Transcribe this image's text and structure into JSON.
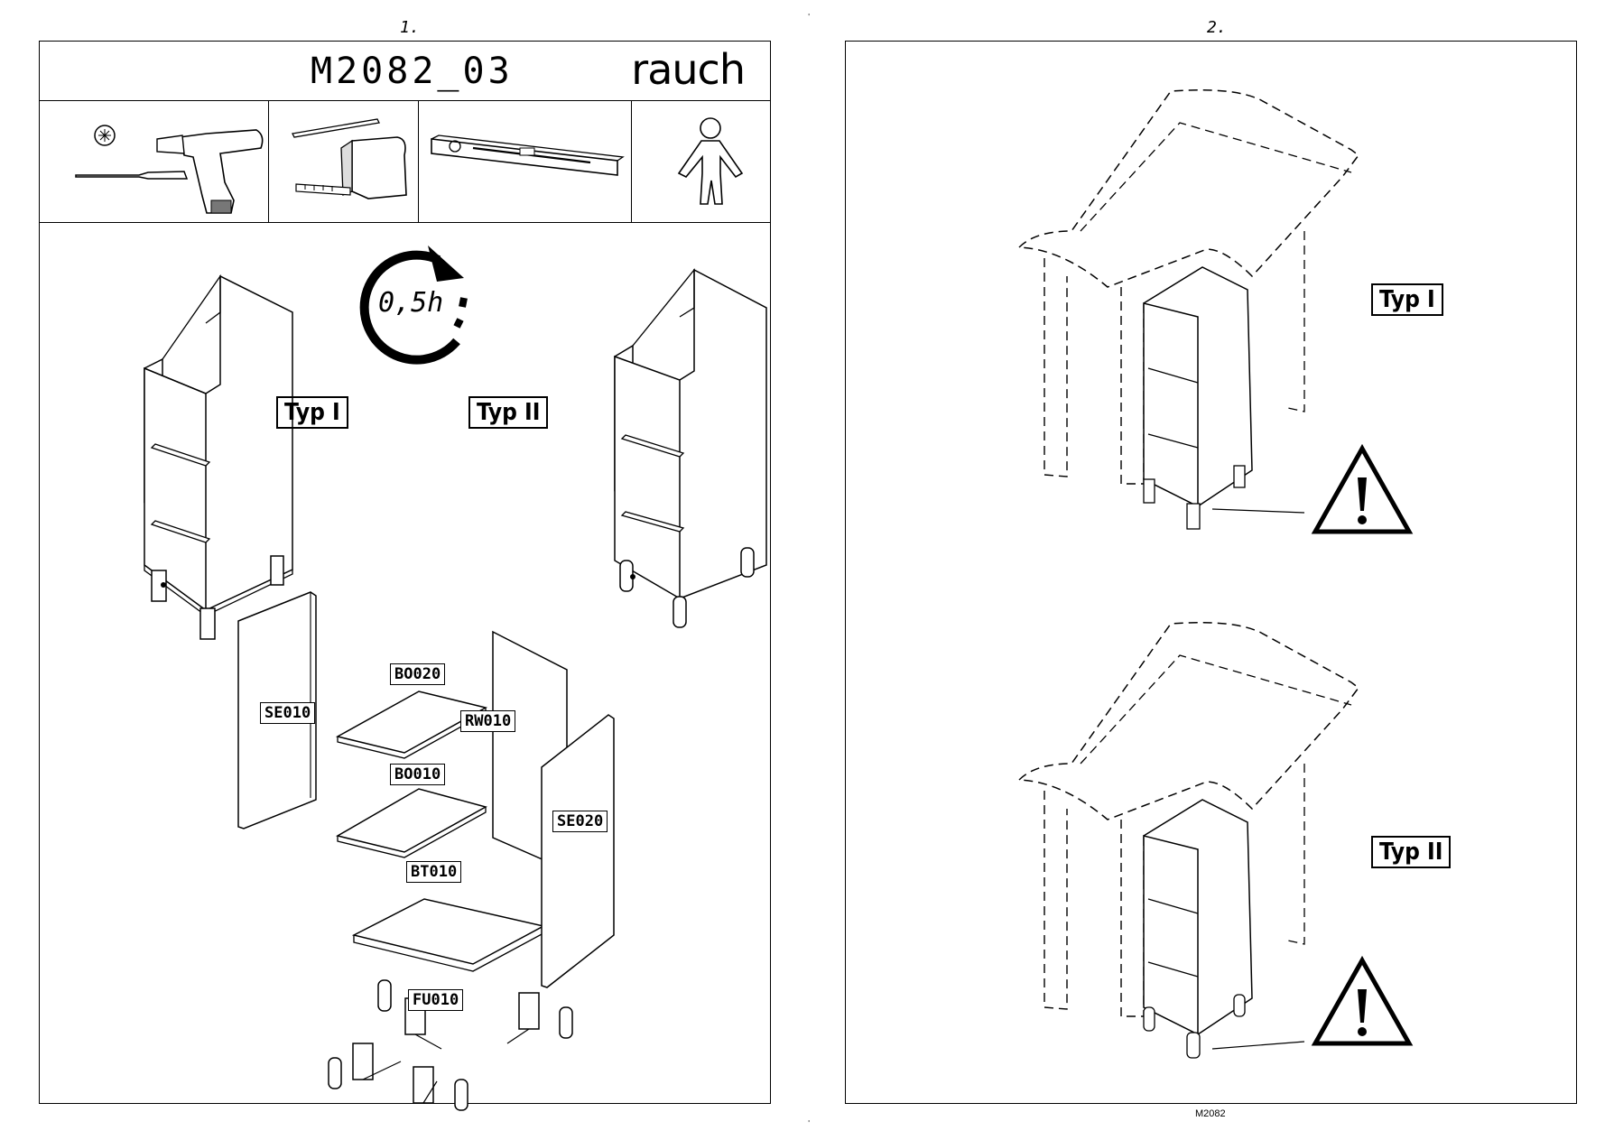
{
  "page_left": {
    "page_number": "1.",
    "model_code": "M2082_03",
    "brand": "rauch",
    "tools": [
      "screwdriver-icon",
      "drill-icon",
      "pencil-icon",
      "tape-measure-icon",
      "spirit-level-icon",
      "person-icon"
    ],
    "time": "0,5h",
    "types": [
      "Typ I",
      "Typ II"
    ],
    "parts": [
      "SE010",
      "BO020",
      "RW010",
      "BO010",
      "SE020",
      "BT010",
      "FU010"
    ]
  },
  "page_right": {
    "page_number": "2.",
    "types": [
      "Typ I",
      "Typ II"
    ],
    "footer": "M2082"
  }
}
